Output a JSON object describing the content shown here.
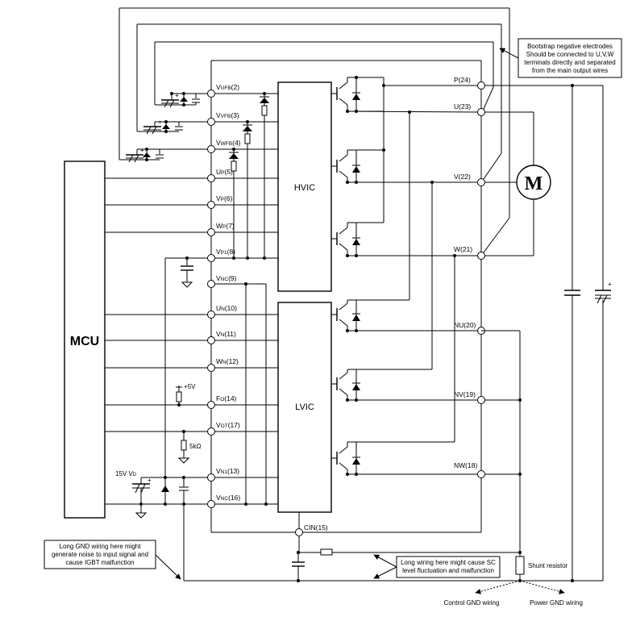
{
  "blocks": {
    "mcu": "MCU",
    "hvic": "HVIC",
    "lvic": "LVIC",
    "motor": "M"
  },
  "left_pins": [
    {
      "main": "V",
      "sub": "UFB",
      "num": "(2)"
    },
    {
      "main": "V",
      "sub": "VFB",
      "num": "(3)"
    },
    {
      "main": "V",
      "sub": "WFB",
      "num": "(4)"
    },
    {
      "main": "U",
      "sub": "P",
      "num": "(5)"
    },
    {
      "main": "V",
      "sub": "P",
      "num": "(6)"
    },
    {
      "main": "W",
      "sub": "P",
      "num": "(7)"
    },
    {
      "main": "V",
      "sub": "P1",
      "num": "(8)"
    },
    {
      "main": "V",
      "sub": "NC",
      "num": "(9)"
    },
    {
      "main": "U",
      "sub": "N",
      "num": "(10)"
    },
    {
      "main": "V",
      "sub": "N",
      "num": "(11)"
    },
    {
      "main": "W",
      "sub": "N",
      "num": "(12)"
    },
    {
      "main": "F",
      "sub": "O",
      "num": "(14)"
    },
    {
      "main": "V",
      "sub": "OT",
      "num": "(17)"
    },
    {
      "main": "V",
      "sub": "N1",
      "num": "(13)"
    },
    {
      "main": "V",
      "sub": "NC",
      "num": "(16)"
    }
  ],
  "right_pins": [
    "P(24)",
    "U(23)",
    "V(22)",
    "W(21)",
    "NU(20)",
    "NV(19)",
    "NW(18)"
  ],
  "cin_pin": "CIN(15)",
  "labels": {
    "plus5v": "5V",
    "resistor_5k": "5kΩ",
    "supply_main": "15V V",
    "supply_sub": "D",
    "shunt": "Shunt resistor",
    "control_gnd": "Control GND wiring",
    "power_gnd": "Power GND wiring"
  },
  "notes": {
    "bootstrap": [
      "Bootstrap negative electrodes",
      "Should be connected to U,V,W",
      "terminals directly and separated",
      "from the main output wires"
    ],
    "gnd_noise": [
      "Long GND wiring here might",
      "generate noise to input signal and",
      "cause IGBT malfunction"
    ],
    "sc_level": [
      "Long wiring here might cause SC",
      "level fluctuation and malfunction"
    ]
  }
}
